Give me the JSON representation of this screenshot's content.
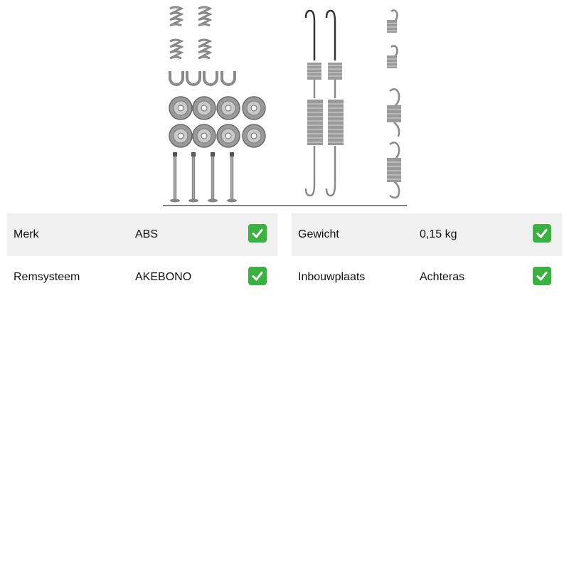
{
  "product": {
    "icon": "brake-shoe-spring-kit-image"
  },
  "specs": {
    "rows": [
      {
        "left": {
          "label": "Merk",
          "value": "ABS"
        },
        "right": {
          "label": "Gewicht",
          "value": "0,15 kg"
        }
      },
      {
        "left": {
          "label": "Remsysteem",
          "value": "AKEBONO"
        },
        "right": {
          "label": "Inbouwplaats",
          "value": "Achteras"
        }
      }
    ],
    "check_color": "#3cb043",
    "shade_color": "#f0f0f0"
  }
}
